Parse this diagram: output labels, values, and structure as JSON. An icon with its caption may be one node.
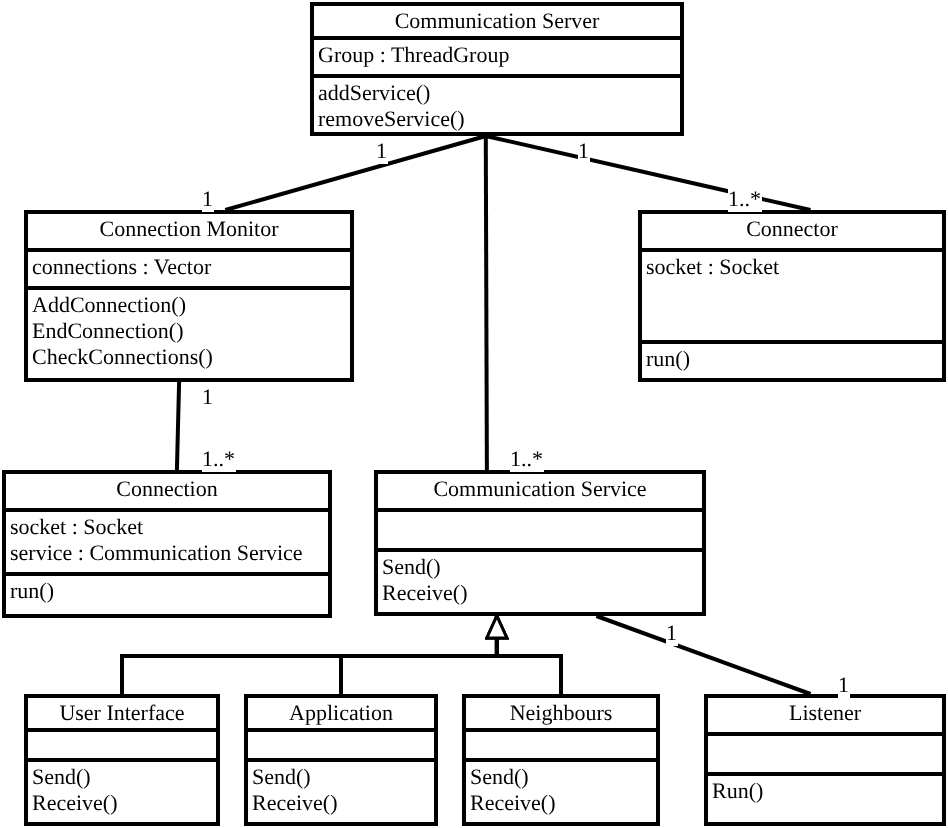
{
  "diagram": {
    "nodes": [
      {
        "text": [
          "Communication Server"
        ]
      },
      {
        "text": [
          "Group : ThreadGroup"
        ],
        "in": 0
      },
      {
        "text": [
          "addService()",
          "removeService()"
        ],
        "in": 0
      },
      {
        "text": [
          "Connection Monitor"
        ]
      },
      {
        "text": [
          "connections : Vector"
        ],
        "in": 3
      },
      {
        "text": [
          "AddConnection()",
          "EndConnection()",
          "CheckConnections()"
        ],
        "in": 3
      },
      {
        "text": [
          "Connector"
        ]
      },
      {
        "text": [
          "socket : Socket"
        ],
        "in": 6
      },
      {
        "text": [
          "run()"
        ],
        "in": 6
      },
      {
        "text": [
          "Connection"
        ]
      },
      {
        "text": [
          "socket : Socket",
          "service : Communication Service"
        ],
        "in": 9
      },
      {
        "text": [
          "run()"
        ],
        "in": 9
      },
      {
        "text": [
          "Communication Service"
        ]
      },
      {
        "text": [],
        "shape": "box",
        "in": 12
      },
      {
        "text": [
          "Send()",
          "Receive()"
        ],
        "in": 12
      },
      {
        "text": [
          "User Interface"
        ]
      },
      {
        "text": [],
        "shape": "box",
        "in": 15
      },
      {
        "text": [
          "Send()",
          "Receive()"
        ],
        "in": 15
      },
      {
        "text": [
          "Application"
        ]
      },
      {
        "text": [],
        "shape": "box",
        "in": 18
      },
      {
        "text": [
          "Send()",
          "Receive()"
        ],
        "in": 18
      },
      {
        "text": [
          "Neighbours"
        ]
      },
      {
        "text": [],
        "shape": "box",
        "in": 21
      },
      {
        "text": [
          "Send()",
          "Receive()"
        ],
        "in": 21
      },
      {
        "text": [
          "Listener"
        ]
      },
      {
        "text": [],
        "shape": "box",
        "in": 24
      },
      {
        "text": [
          "Run()"
        ],
        "in": 24
      }
    ],
    "edges": [
      {
        "from": 0,
        "to": 3,
        "arrow": "none"
      },
      {
        "from": 0,
        "to": 6,
        "arrow": "none"
      },
      {
        "from": 0,
        "to": 12,
        "arrow": "none"
      },
      {
        "from": 3,
        "to": 9,
        "arrow": "none"
      },
      {
        "from": 15,
        "to": 12,
        "arrow": "to"
      },
      {
        "from": 18,
        "to": 12,
        "arrow": "to"
      },
      {
        "from": 21,
        "to": 12,
        "arrow": "to"
      },
      {
        "from": 12,
        "to": 24,
        "arrow": "none"
      }
    ],
    "labels": [
      "1",
      "1",
      "1",
      "1..*",
      "1",
      "1..*",
      "1..*",
      "1",
      "1"
    ]
  }
}
